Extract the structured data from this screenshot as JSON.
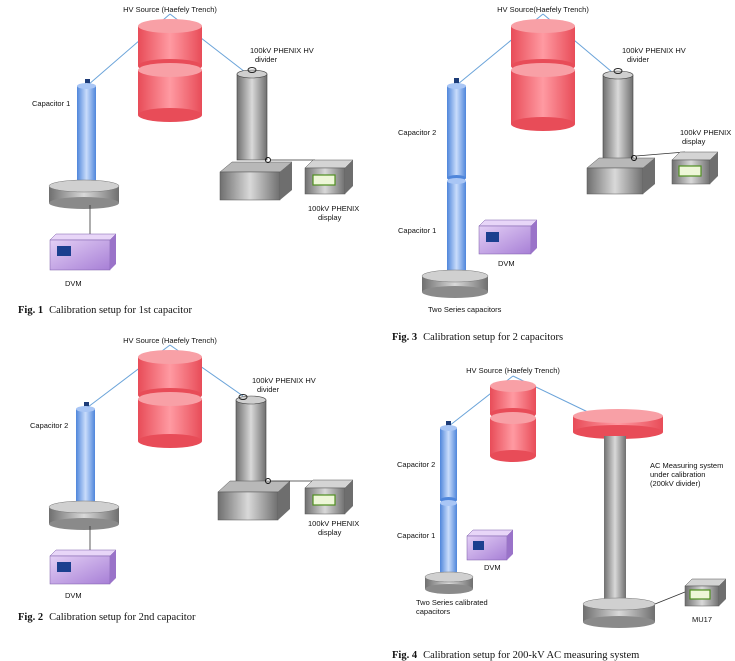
{
  "hv_source_label": "HV Source (Haefely Trench)",
  "hv_source_label_alt": "HV Source(Haefely Trench)",
  "divider_label": "100kV PHENIX HV divider",
  "display_label": "100kV PHENIX display",
  "capacitor1_label": "Capacitor 1",
  "capacitor2_label": "Capacitor 2",
  "dvm_label": "DVM",
  "two_series_label": "Two Series capacitors",
  "two_series_calibrated_label": "Two Series calibrated capacitors",
  "ac_system_label": "AC Measuring system under calibration (200kV divider)",
  "mu17_label": "MU17",
  "figures": [
    {
      "num": "Fig. 1",
      "caption": "Calibration setup for 1st capacitor"
    },
    {
      "num": "Fig. 2",
      "caption": "Calibration setup for 2nd capacitor"
    },
    {
      "num": "Fig. 3",
      "caption": "Calibration setup for 2 capacitors"
    },
    {
      "num": "Fig. 4",
      "caption": "Calibration setup for 200-kV AC measuring system"
    }
  ],
  "colors": {
    "hv_source": "#f2707a",
    "capacitor": "#7fa9e8",
    "divider": "#a5a5a5",
    "dvm": "#c9a6e6",
    "display_screen": "#cfe8a6"
  }
}
